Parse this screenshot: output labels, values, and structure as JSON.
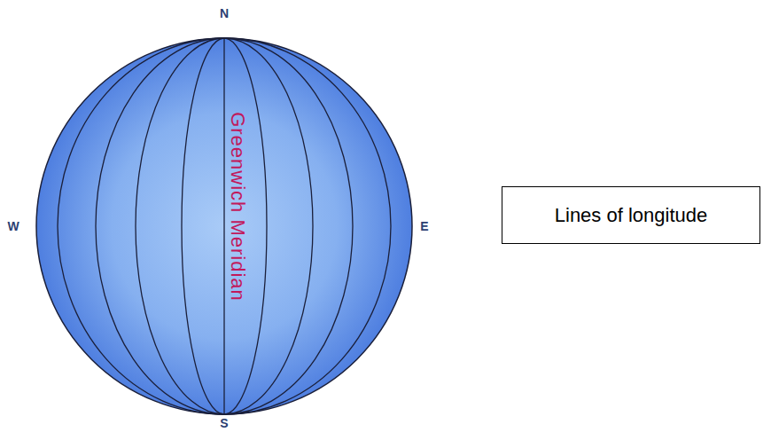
{
  "diagram": {
    "nodes": [
      {
        "text": [
          "Greenwich Meridian"
        ]
      },
      {
        "text": [
          "Lines of longitude"
        ]
      }
    ],
    "labels": [
      "N",
      "S",
      "W",
      "E"
    ]
  }
}
